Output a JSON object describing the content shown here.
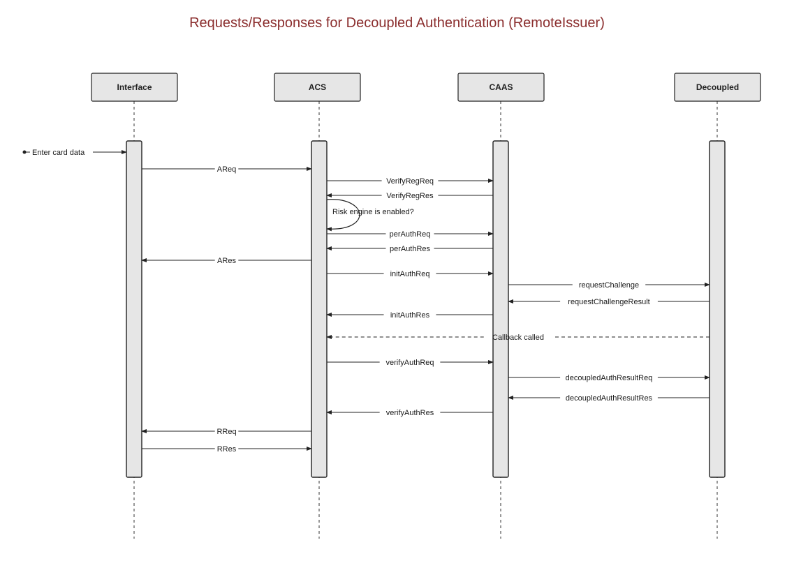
{
  "title": "Requests/Responses for Decoupled Authentication (RemoteIssuer)",
  "colors": {
    "title": "#8b2e2e",
    "box_fill": "#e6e6e6",
    "stroke": "#222222"
  },
  "participants": [
    {
      "id": "interface",
      "label": "Interface"
    },
    {
      "id": "acs",
      "label": "ACS"
    },
    {
      "id": "caas",
      "label": "CAAS"
    },
    {
      "id": "decoupled",
      "label": "Decoupled"
    }
  ],
  "entry": {
    "label": "Enter card data",
    "to": "interface"
  },
  "self_note": {
    "participant": "acs",
    "label": "Risk engine is enabled?"
  },
  "messages": [
    {
      "from": "interface",
      "to": "acs",
      "label": "AReq",
      "style": "solid"
    },
    {
      "from": "acs",
      "to": "caas",
      "label": "VerifyRegReq",
      "style": "solid"
    },
    {
      "from": "caas",
      "to": "acs",
      "label": "VerifyRegRes",
      "style": "solid"
    },
    {
      "from": "acs",
      "to": "caas",
      "label": "perAuthReq",
      "style": "solid"
    },
    {
      "from": "caas",
      "to": "acs",
      "label": "perAuthRes",
      "style": "solid"
    },
    {
      "from": "acs",
      "to": "interface",
      "label": "ARes",
      "style": "solid"
    },
    {
      "from": "acs",
      "to": "caas",
      "label": "initAuthReq",
      "style": "solid"
    },
    {
      "from": "caas",
      "to": "decoupled",
      "label": "requestChallenge",
      "style": "solid"
    },
    {
      "from": "decoupled",
      "to": "caas",
      "label": "requestChallengeResult",
      "style": "solid"
    },
    {
      "from": "caas",
      "to": "acs",
      "label": "initAuthRes",
      "style": "solid"
    },
    {
      "from": "decoupled",
      "to": "acs",
      "label": "Callback called",
      "style": "dashed"
    },
    {
      "from": "acs",
      "to": "caas",
      "label": "verifyAuthReq",
      "style": "solid"
    },
    {
      "from": "caas",
      "to": "decoupled",
      "label": "decoupledAuthResultReq",
      "style": "solid"
    },
    {
      "from": "decoupled",
      "to": "caas",
      "label": "decoupledAuthResultRes",
      "style": "solid"
    },
    {
      "from": "caas",
      "to": "acs",
      "label": "verifyAuthRes",
      "style": "solid"
    },
    {
      "from": "acs",
      "to": "interface",
      "label": "RReq",
      "style": "solid"
    },
    {
      "from": "interface",
      "to": "acs",
      "label": "RRes",
      "style": "solid"
    }
  ]
}
